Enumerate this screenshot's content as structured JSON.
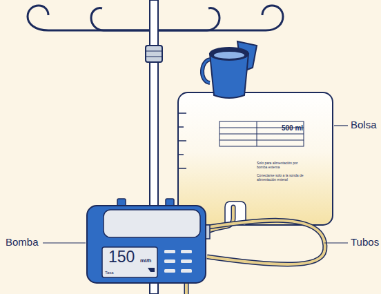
{
  "diagram": {
    "labels": [
      "Bomba",
      "Bolsa",
      "Tubos",
      "500 ml",
      "Solo para alimentación por bomba externa",
      "Conectarse solo a la sonda de alimentación enteral",
      "150",
      "ml/h",
      "Tasa"
    ]
  }
}
